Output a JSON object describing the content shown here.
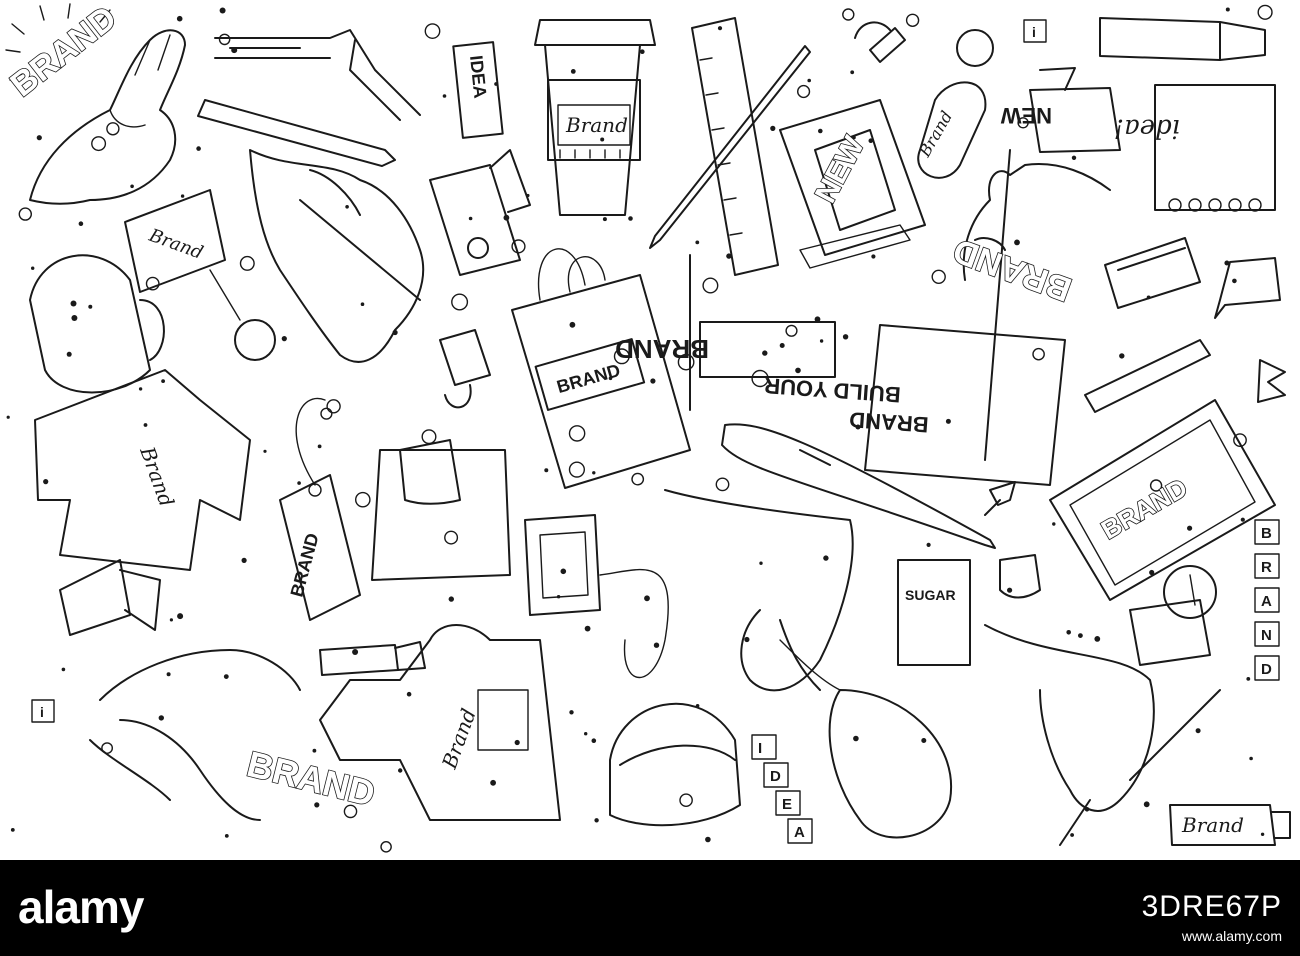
{
  "illustration": {
    "labels": {
      "brand_caps": "BRAND",
      "brand_script": "Brand",
      "idea_caps": "IDEA",
      "idea_script": "idea!",
      "new_caps": "NEW",
      "sugar": "SUGAR",
      "build_line1": "BUILD YOUR",
      "build_line2": "BRAND",
      "brand_letters": [
        "B",
        "R",
        "A",
        "N",
        "D"
      ],
      "idea_letters": [
        "I",
        "D",
        "E",
        "A"
      ],
      "mini_i": "i"
    }
  },
  "footer": {
    "watermark": "alamy",
    "image_id": "3DRE67P",
    "site": "www.alamy.com"
  },
  "colors": {
    "ink": "#1a1a1a",
    "footer_bg": "#000000",
    "paper": "#ffffff"
  }
}
